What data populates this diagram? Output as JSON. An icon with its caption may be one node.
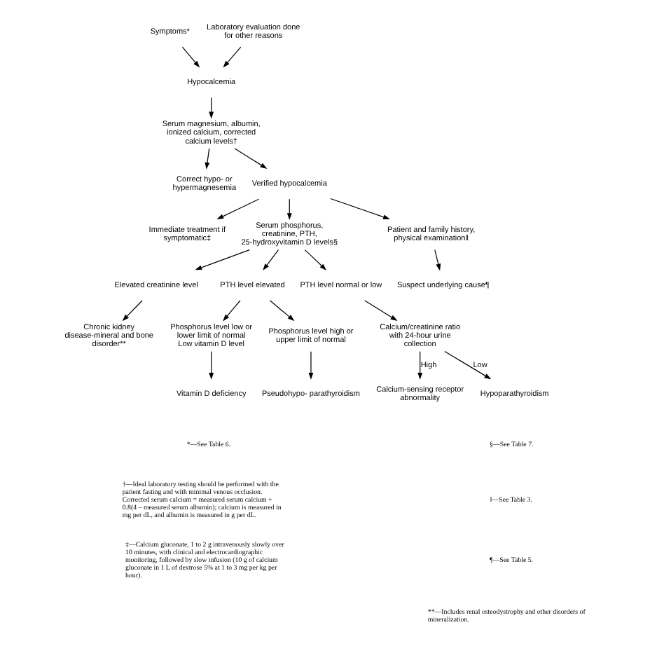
{
  "diagram": {
    "nodes": [
      {
        "text": [
          "Symptoms*"
        ]
      },
      {
        "text": [
          "Laboratory evaluation done for other reasons"
        ]
      },
      {
        "text": [
          "Hypocalcemia"
        ]
      },
      {
        "text": [
          "Serum magnesium, albumin, ionized calcium, corrected calcium levels†"
        ]
      },
      {
        "text": [
          "Correct hypo- or hypermagnesemia"
        ]
      },
      {
        "text": [
          "Verified hypocalcemia"
        ]
      },
      {
        "text": [
          "Immediate treatment if symptomatic‡"
        ]
      },
      {
        "text": [
          "Serum phosphorus, creatinine, PTH, 25-hydroxyvitamin D levels§"
        ]
      },
      {
        "text": [
          "Patient and family history, physical examination‖"
        ]
      },
      {
        "text": [
          "Suspect underlying cause¶"
        ]
      },
      {
        "text": [
          "Elevated creatinine level"
        ]
      },
      {
        "text": [
          "PTH level elevated"
        ]
      },
      {
        "text": [
          "PTH level normal or low"
        ]
      },
      {
        "text": [
          "Chronic kidney disease-mineral and bone disorder**"
        ]
      },
      {
        "text": [
          "Phosphorus level low or lower limit of normal",
          "Low vitamin D level"
        ]
      },
      {
        "text": [
          "Phosphorus level high or upper limit of normal"
        ]
      },
      {
        "text": [
          "Calcium/creatinine ratio with 24-hour urine collection"
        ]
      },
      {
        "text": [
          "Vitamin D deficiency"
        ]
      },
      {
        "text": [
          "Pseudohypo- parathyroidism"
        ]
      },
      {
        "text": [
          "Calcium-sensing receptor abnormality"
        ]
      },
      {
        "text": [
          "Hypoparathyroidism"
        ]
      }
    ],
    "edges": [
      {
        "from": 0,
        "to": 2,
        "arrow": "to"
      },
      {
        "from": 1,
        "to": 2,
        "arrow": "to"
      },
      {
        "from": 2,
        "to": 3,
        "arrow": "to"
      },
      {
        "from": 3,
        "to": 4,
        "arrow": "to"
      },
      {
        "from": 3,
        "to": 5,
        "arrow": "to"
      },
      {
        "from": 5,
        "to": 6,
        "arrow": "to"
      },
      {
        "from": 5,
        "to": 7,
        "arrow": "to"
      },
      {
        "from": 5,
        "to": 8,
        "arrow": "to"
      },
      {
        "from": 8,
        "to": 9,
        "arrow": "to"
      },
      {
        "from": 7,
        "to": 10,
        "arrow": "to"
      },
      {
        "from": 7,
        "to": 11,
        "arrow": "to"
      },
      {
        "from": 7,
        "to": 12,
        "arrow": "to"
      },
      {
        "from": 10,
        "to": 13,
        "arrow": "to"
      },
      {
        "from": 11,
        "to": 14,
        "arrow": "to"
      },
      {
        "from": 11,
        "to": 15,
        "arrow": "to"
      },
      {
        "from": 12,
        "to": 16,
        "arrow": "to"
      },
      {
        "from": 14,
        "to": 17,
        "arrow": "to"
      },
      {
        "from": 15,
        "to": 18,
        "arrow": "to"
      },
      {
        "from": 16,
        "to": 19,
        "arrow": "to",
        "label": "High"
      },
      {
        "from": 16,
        "to": 20,
        "arrow": "to",
        "label": "Low"
      }
    ],
    "labels": [
      "*—See Table 6.",
      "†—Ideal laboratory testing should be performed with the patient fasting and with minimal venous occlusion. Corrected serum calcium = measured serum calcium + 0.8(4 – measured serum albumin); calcium is measured in mg per dL, and albumin is measured in g per dL.",
      "‡—Calcium gluconate, 1 to 2 g intravenously slowly over 10 minutes, with clinical and electrocardiographic monitoring, followed by slow infusion (10 g of calcium gluconate in 1 L of dextrose 5% at 1 to 3 mg per kg per hour).",
      "§—See Table 7.",
      "‖—See Table 3.",
      "¶—See Table 5.",
      "**—Includes renal osteodystrophy and other disorders of mineralization."
    ]
  }
}
